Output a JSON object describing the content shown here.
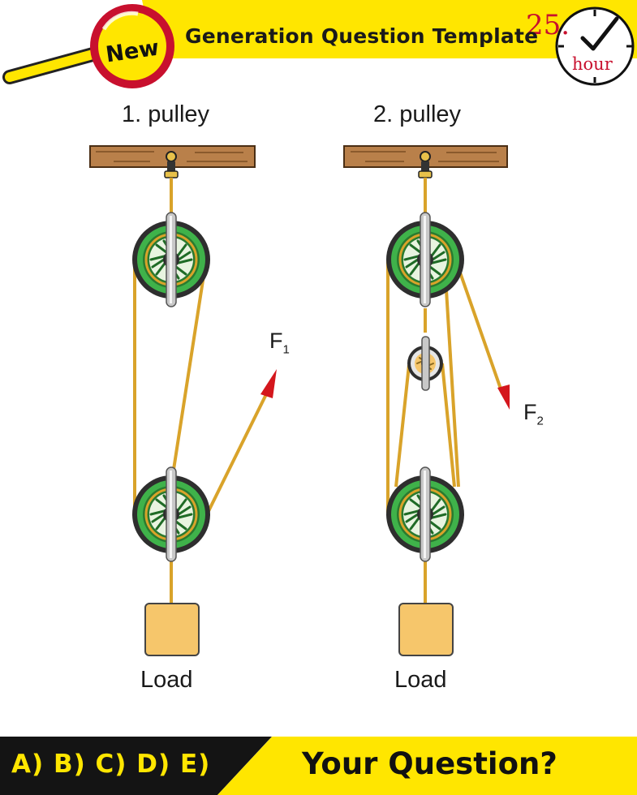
{
  "header": {
    "badge": "New",
    "title": "Generation Question Template",
    "clock_number": "25.",
    "clock_unit": "hour"
  },
  "diagram": {
    "pulley1": {
      "title": "1. pulley",
      "force": "F",
      "force_sub": "1",
      "load": "Load"
    },
    "pulley2": {
      "title": "2. pulley",
      "force": "F",
      "force_sub": "2",
      "load": "Load"
    }
  },
  "footer": {
    "answers": "A) B) C) D) E)",
    "question": "Your Question?"
  },
  "colors": {
    "banner_yellow": "#ffe600",
    "magnifier_red": "#c8102e",
    "rope": "#d9a32a",
    "wheel_green": "#3fb24a",
    "wheel_dark": "#2e2e2e",
    "beam": "#b9804a",
    "load_box": "#f6c66b",
    "arrow_red": "#d4161c",
    "footer_dark": "#141414"
  }
}
